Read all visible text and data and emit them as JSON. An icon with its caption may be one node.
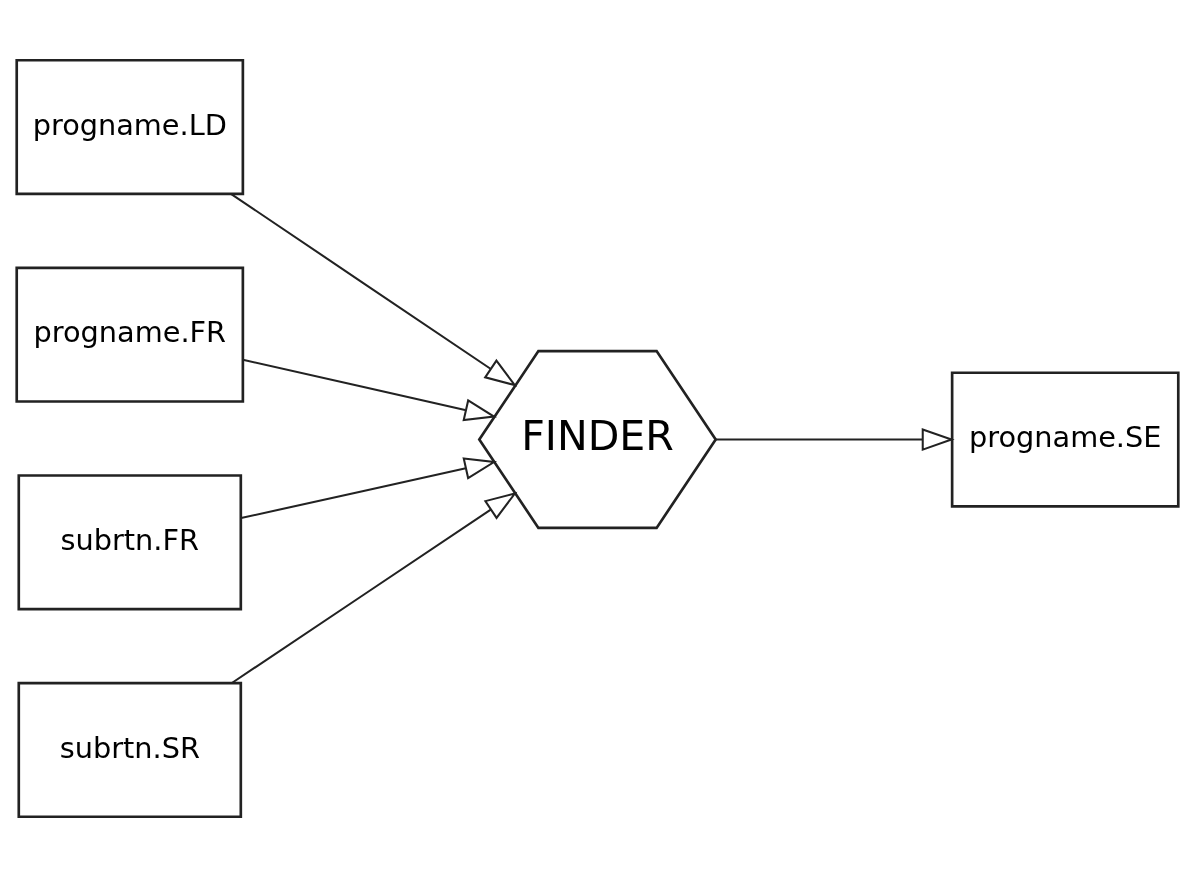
{
  "diagram": {
    "nodes": [
      {
        "text": [
          "progname.LD"
        ]
      },
      {
        "text": [
          "progname.FR"
        ]
      },
      {
        "text": [
          "subrtn.FR"
        ]
      },
      {
        "text": [
          "subrtn.SR"
        ]
      },
      {
        "text": [
          "FINDER"
        ]
      },
      {
        "text": [
          "progname.SE"
        ]
      }
    ],
    "edges": [
      {
        "from": 0,
        "to": 4,
        "arrow": "to"
      },
      {
        "from": 1,
        "to": 4,
        "arrow": "to"
      },
      {
        "from": 2,
        "to": 4,
        "arrow": "to"
      },
      {
        "from": 3,
        "to": 4,
        "arrow": "to"
      },
      {
        "from": 4,
        "to": 5,
        "arrow": "to"
      }
    ]
  }
}
